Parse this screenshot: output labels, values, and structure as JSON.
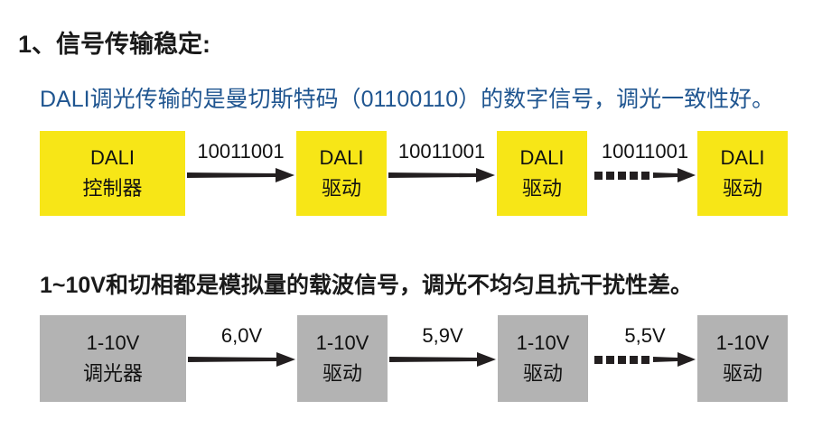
{
  "page": {
    "background": "#ffffff",
    "colors": {
      "yellow_box": "#f7e617",
      "gray_box": "#b3b3b3",
      "blue_text": "#1f5590",
      "black_text": "#1a1a1a",
      "arrow": "#231f20"
    }
  },
  "section": {
    "title": "1、信号传输稳定:"
  },
  "dali": {
    "lead": "DALI调光传输的是曼切斯特码（01100110）的数字信号，调光一致性好。",
    "nodes": [
      {
        "line1": "DALI",
        "line2": "控制器"
      },
      {
        "line1": "DALI",
        "line2": "驱动"
      },
      {
        "line1": "DALI",
        "line2": "驱动"
      },
      {
        "line1": "DALI",
        "line2": "驱动"
      }
    ],
    "edges": [
      {
        "label": "10011001",
        "style": "solid"
      },
      {
        "label": "10011001",
        "style": "solid"
      },
      {
        "label": "10011001",
        "style": "dashed"
      }
    ]
  },
  "analog": {
    "lead": "1~10V和切相都是模拟量的载波信号，调光不均匀且抗干扰性差。",
    "nodes": [
      {
        "line1": "1-10V",
        "line2": "调光器"
      },
      {
        "line1": "1-10V",
        "line2": "驱动"
      },
      {
        "line1": "1-10V",
        "line2": "驱动"
      },
      {
        "line1": "1-10V",
        "line2": "驱动"
      }
    ],
    "edges": [
      {
        "label": "6,0V",
        "style": "solid"
      },
      {
        "label": "5,9V",
        "style": "solid"
      },
      {
        "label": "5,5V",
        "style": "dashed"
      }
    ]
  }
}
